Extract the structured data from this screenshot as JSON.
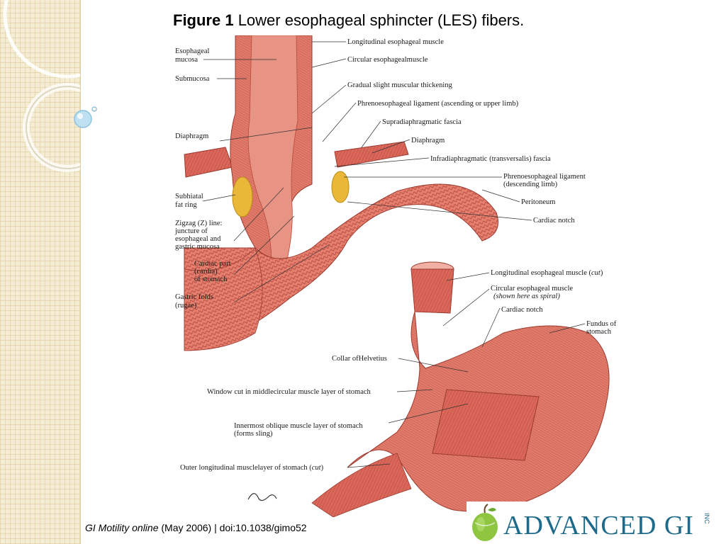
{
  "title": {
    "bold": "Figure 1",
    "rest": " Lower esophageal sphincter (LES) fibers."
  },
  "labels_left_top": {
    "esophageal_mucosa_1": "Esophageal",
    "esophageal_mucosa_2": "mucosa",
    "submucosa": "Submucosa",
    "diaphragm": "Diaphragm",
    "subhiatal_1": "Subhiatal",
    "subhiatal_2": "fat ring",
    "zline_1": "Zigzag (Z) line:",
    "zline_2": "juncture of",
    "zline_3": "esophageal and",
    "zline_4": "gastric mucosa",
    "cardia_1": "Cardiac part",
    "cardia_2": "(cardia)",
    "cardia_3": "of stomach",
    "gastric_folds_1": "Gastric folds",
    "gastric_folds_2": "(rugae)"
  },
  "labels_right_top": {
    "longitudinal": "Longitudinal esophageal muscle",
    "circular": "Circular esophagealmuscle",
    "gradual": "Gradual slight muscular thickening",
    "phreno_up": "Phrenoesophageal ligament (ascending or upper limb)",
    "supradiaphragmatic": "Supradiaphragmatic fascia",
    "diaphragm": "Diaphragm",
    "infradiaphragmatic": "Infradiaphragmatic (transversalis) fascia",
    "phreno_down_1": "Phrenoesophageal ligament",
    "phreno_down_2": "(descending limb)",
    "peritoneum": "Peritoneum",
    "cardiac_notch": "Cardiac notch"
  },
  "labels_bottom": {
    "long_cut_1": "Longitudinal esophageal muscle (",
    "long_cut_2": "cut",
    "long_cut_3": ")",
    "circ_spiral": "Circular esophageal muscle",
    "circ_spiral_note": "(shown here as spiral)",
    "cardiac_notch": "Cardiac notch",
    "fundus_1": "Fundus of",
    "fundus_2": "stomach",
    "collar": "Collar ofHelvetius",
    "window": "Window cut in middlecircular muscle layer of stomach",
    "innermost_1": "Innermost oblique muscle layer of stomach",
    "innermost_2": "(forms sling)",
    "outer_1": "Outer longitudinal musclelayer of stomach (",
    "outer_2": "cut",
    "outer_3": ")"
  },
  "citation": {
    "journal": "GI Motility online",
    "rest": " (May 2006) | doi:10.1038/gimo52"
  },
  "logo": {
    "text": "ADVANCED GI",
    "inc": "INC"
  },
  "colors": {
    "muscle": "#d9685a",
    "mucosa": "#e8897a",
    "fat": "#e9b838",
    "diaphragm": "#cc5a4c",
    "logo": "#1e6a8a"
  }
}
